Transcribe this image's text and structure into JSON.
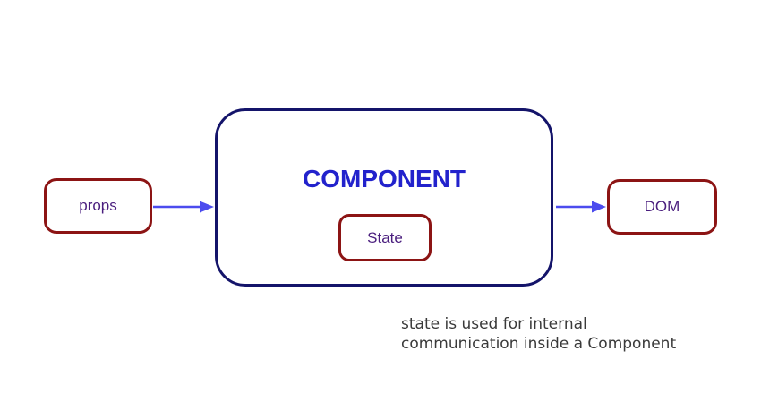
{
  "diagram": {
    "props_box": {
      "label": "props"
    },
    "component_box": {
      "title": "COMPONENT"
    },
    "state_box": {
      "label": "State"
    },
    "dom_box": {
      "label": "DOM"
    },
    "caption": {
      "line1": "state is used for internal",
      "line2": "communication inside a Component"
    },
    "arrows": [
      {
        "name": "props-to-component"
      },
      {
        "name": "component-to-dom"
      }
    ]
  },
  "colors": {
    "background": "#ffffff",
    "box_border_red": "#8c1414",
    "component_border": "#14146a",
    "component_text": "#2222cc",
    "label_text": "#4a1e7e",
    "arrow": "#4c4cee",
    "caption_text": "#3a3a3a"
  }
}
